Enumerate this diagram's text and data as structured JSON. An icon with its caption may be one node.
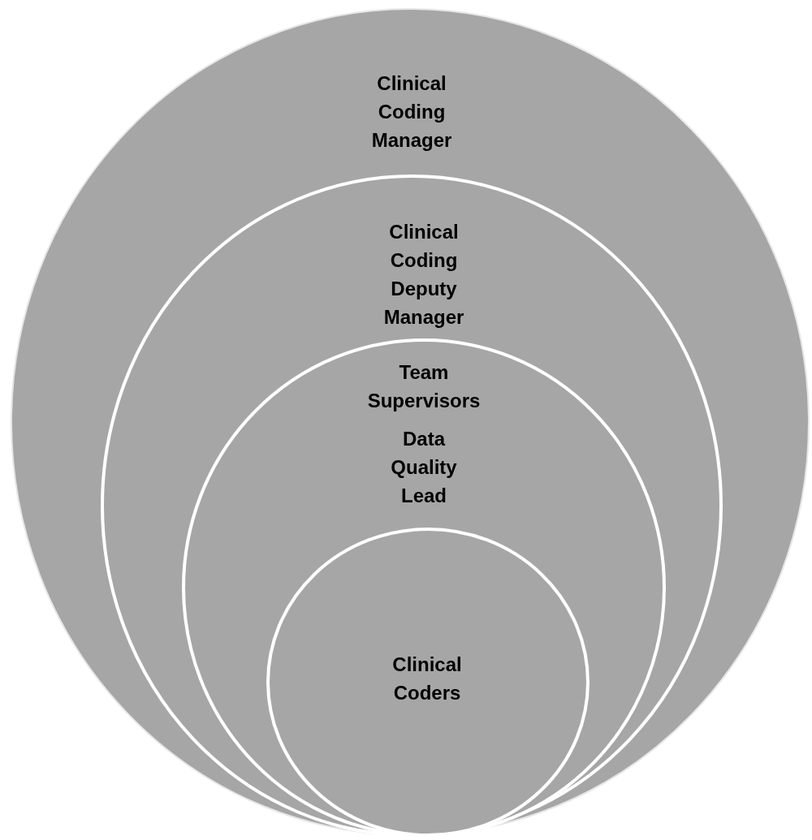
{
  "diagram": {
    "nodes": [
      {
        "text": [
          "Clinical Coding Manager"
        ]
      },
      {
        "text": [
          "Clinical Coding Deputy Manager"
        ],
        "in": 0
      },
      {
        "text": [
          "Team Supervisors",
          "Data Quality Lead"
        ],
        "in": 1
      },
      {
        "text": [
          "Clinical Coders"
        ],
        "in": 2
      }
    ]
  }
}
